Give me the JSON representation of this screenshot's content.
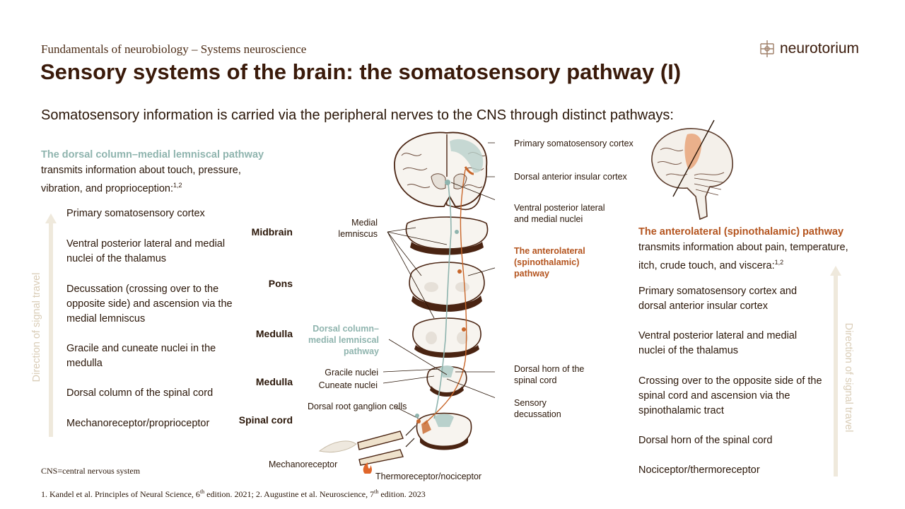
{
  "header": {
    "subtitle": "Fundamentals of neurobiology – Systems neuroscience",
    "title": "Sensory systems of the brain: the somatosensory pathway (I)",
    "logo_text": "neurotorium"
  },
  "intro": "Somatosensory information is carried via the peripheral nerves to the CNS through distinct pathways:",
  "left": {
    "heading": "The dorsal column–medial lemniscal pathway",
    "description": "transmits information about touch, pressure, vibration, and proprioception:",
    "ref": "1,2",
    "steps": [
      "Primary somatosensory cortex",
      "Ventral posterior lateral and medial nuclei of the thalamus",
      "Decussation (crossing over to the opposite side) and ascension via the medial lemniscus",
      "Gracile and cuneate nuclei in the medulla",
      "Dorsal column of the spinal cord",
      "Mechanoreceptor/proprioceptor"
    ],
    "arrow_label": "Direction of signal travel"
  },
  "right": {
    "heading": "The anterolateral (spinothalamic) pathway",
    "description": "transmits information about pain, temperature, itch, crude touch, and viscera:",
    "ref": "1,2",
    "steps": [
      "Primary somatosensory cortex and dorsal anterior insular cortex",
      "Ventral posterior lateral and medial nuclei of the thalamus",
      "Crossing over to the opposite side of the spinal cord and ascension via the spinothalamic tract",
      "Dorsal horn of the spinal cord",
      "Nociceptor/thermoreceptor"
    ],
    "arrow_label": "Direction of signal travel"
  },
  "diagram": {
    "levels": [
      "Midbrain",
      "Pons",
      "Medulla",
      "Medulla",
      "Spinal cord"
    ],
    "labels": {
      "medial_lemniscus": "Medial lemniscus",
      "primary_cortex": "Primary somatosensory cortex",
      "insular": "Dorsal anterior insular cortex",
      "vpl": "Ventral posterior lateral and medial nuclei",
      "anterolateral": "The anterolateral (spinothalamic) pathway",
      "dorsal_column": "Dorsal column–medial lemniscal pathway",
      "gracile": "Gracile nuclei",
      "cuneate": "Cuneate nuclei",
      "dorsal_horn": "Dorsal horn of the spinal cord",
      "sensory_decussation": "Sensory decussation",
      "drg": "Dorsal root ganglion cells",
      "mechanoreceptor": "Mechanoreceptor",
      "thermoreceptor": "Thermoreceptor/nociceptor"
    },
    "colors": {
      "teal": "#8fb4ae",
      "orange": "#c8662a",
      "dark": "#4a2412",
      "beige": "#efe9dc"
    }
  },
  "footer": {
    "abbrev": "CNS=central nervous system",
    "refs_a": "1. Kandel et al. Principles of Neural Science, 6",
    "refs_a_sup": "th",
    "refs_b": " edition. 2021; 2. Augustine et al. Neuroscience, 7",
    "refs_b_sup": "th",
    "refs_c": " edition. 2023"
  }
}
